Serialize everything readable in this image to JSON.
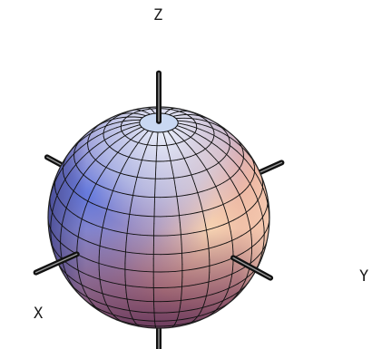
{
  "axes": [
    {
      "id": "z",
      "label": "Z"
    },
    {
      "id": "y",
      "label": "Y"
    },
    {
      "id": "x",
      "label": "X"
    }
  ],
  "sphere": {
    "colors": {
      "top_light": "#dfe6f6",
      "upper_left": "#6a7fe0",
      "right_warm": "#f3c9a6",
      "lower": "#c86c7a",
      "bottom_dark": "#6a2c4a",
      "mesh_line": "#111111",
      "axis_rod": "#111111"
    }
  }
}
